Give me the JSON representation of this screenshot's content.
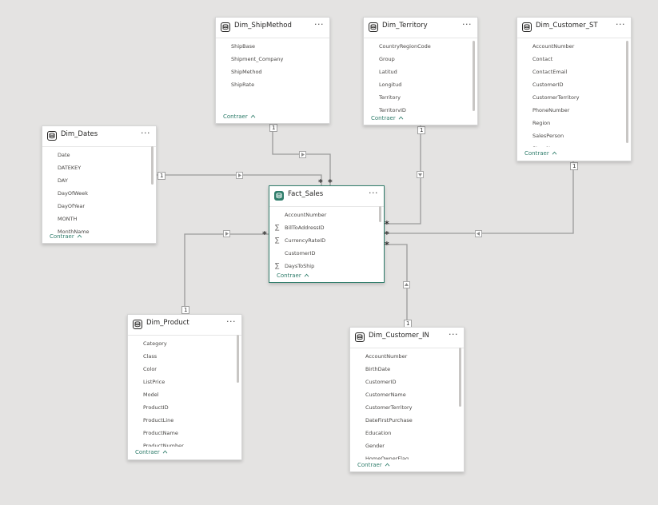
{
  "collapse_label": "Contraer",
  "more_icon": "more-options-icon",
  "tables": {
    "shipmethod": {
      "title": "Dim_ShipMethod",
      "fields": [
        "ShipBase",
        "Shipment_Company",
        "ShipMethod",
        "ShipRate"
      ]
    },
    "territory": {
      "title": "Dim_Territory",
      "fields": [
        "CountryRegionCode",
        "Group",
        "Latitud",
        "Longitud",
        "Territory",
        "TerritoryID"
      ]
    },
    "customer_st": {
      "title": "Dim_Customer_ST",
      "fields": [
        "AccountNumber",
        "Contact",
        "ContactEmail",
        "CustomerID",
        "CustomerTerritory",
        "PhoneNumber",
        "Region",
        "SalesPerson",
        "StoreName"
      ]
    },
    "dates": {
      "title": "Dim_Dates",
      "fields": [
        "Date",
        "DATEKEY",
        "DAY",
        "DayOfWeek",
        "DayOfYear",
        "MONTH",
        "MonthName"
      ]
    },
    "fact_sales": {
      "title": "Fact_Sales",
      "fields": [
        "AccountNumber",
        "BillToAddressID",
        "CurrencyRateID",
        "CustomerID",
        "DaysToShip"
      ],
      "sigma": [
        false,
        true,
        true,
        false,
        true
      ]
    },
    "product": {
      "title": "Dim_Product",
      "fields": [
        "Category",
        "Class",
        "Color",
        "ListPrice",
        "Model",
        "ProductID",
        "ProductLine",
        "ProductName",
        "ProductNumber"
      ]
    },
    "customer_in": {
      "title": "Dim_Customer_IN",
      "fields": [
        "AccountNumber",
        "BirthDate",
        "CustomerID",
        "CustomerName",
        "CustomerTerritory",
        "DateFirstPurchase",
        "Education",
        "Gender",
        "HomeOwnerFlag"
      ]
    }
  },
  "cardinality": {
    "one": "1",
    "many": "*"
  },
  "colors": {
    "accent": "#2f7d6b",
    "canvas": "#e4e3e2",
    "line": "#9a9a9a"
  }
}
